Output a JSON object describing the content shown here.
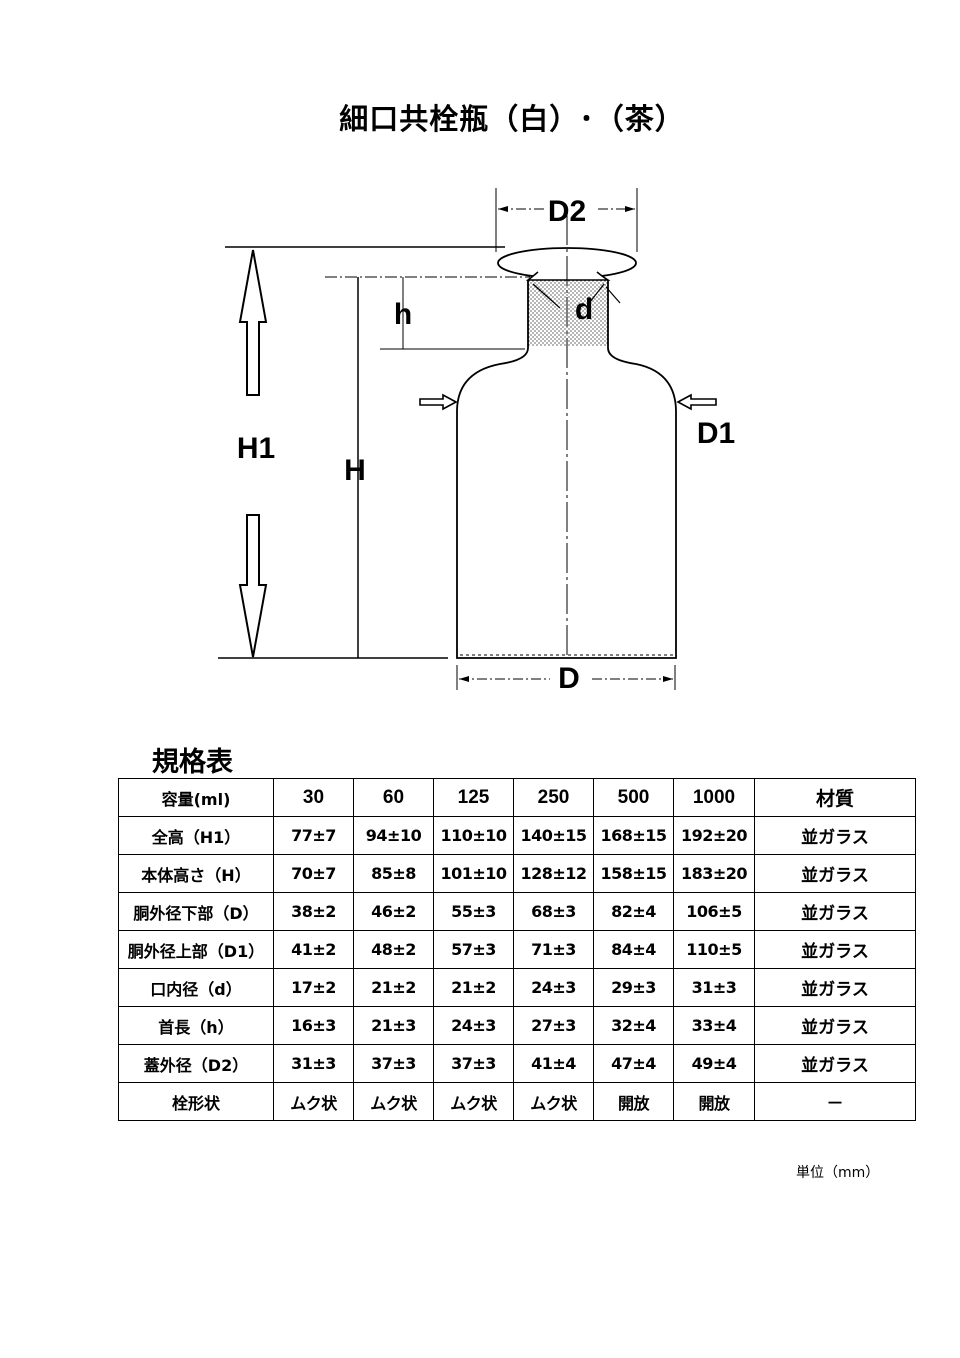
{
  "title": "細口共栓瓶（白）･（茶）",
  "diagram": {
    "labels": {
      "D2": "D2",
      "d": "d",
      "h": "h",
      "H1": "H1",
      "H": "H",
      "D1": "D1",
      "D": "D"
    }
  },
  "spec_title": "規格表",
  "table": {
    "header": [
      "容量(ml)",
      "30",
      "60",
      "125",
      "250",
      "500",
      "1000",
      "材質"
    ],
    "rows": [
      [
        "全高（H1）",
        "77±7",
        "94±10",
        "110±10",
        "140±15",
        "168±15",
        "192±20",
        "並ガラス"
      ],
      [
        "本体高さ（H）",
        "70±7",
        "85±8",
        "101±10",
        "128±12",
        "158±15",
        "183±20",
        "並ガラス"
      ],
      [
        "胴外径下部（D）",
        "38±2",
        "46±2",
        "55±3",
        "68±3",
        "82±4",
        "106±5",
        "並ガラス"
      ],
      [
        "胴外径上部（D1）",
        "41±2",
        "48±2",
        "57±3",
        "71±3",
        "84±4",
        "110±5",
        "並ガラス"
      ],
      [
        "口内径（d）",
        "17±2",
        "21±2",
        "21±2",
        "24±3",
        "29±3",
        "31±3",
        "並ガラス"
      ],
      [
        "首長（h）",
        "16±3",
        "21±3",
        "24±3",
        "27±3",
        "32±4",
        "33±4",
        "並ガラス"
      ],
      [
        "蓋外径（D2）",
        "31±3",
        "37±3",
        "37±3",
        "41±4",
        "47±4",
        "49±4",
        "並ガラス"
      ],
      [
        "栓形状",
        "ムク状",
        "ムク状",
        "ムク状",
        "ムク状",
        "開放",
        "開放",
        "－"
      ]
    ]
  },
  "unit": "単位（mm）"
}
